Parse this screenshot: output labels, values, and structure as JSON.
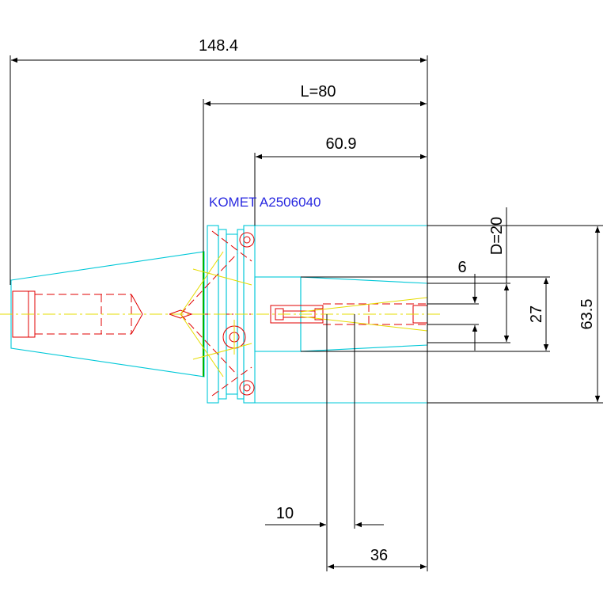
{
  "title": "KOMET A2506040",
  "colors": {
    "outline": "#00c8d8",
    "hidden": "#e00000",
    "centerline": "#e6dc00",
    "dimension": "#000000",
    "title": "#2a2ae0",
    "flange_mark": "#00b400"
  },
  "dimensions": {
    "overall_length": "148.4",
    "gauge_length": "L=80",
    "flange_to_end": "60.9",
    "bore_diameter": "D=20",
    "small_diameter": "6",
    "shank_diameter": "27",
    "flange_diameter": "63.5",
    "screw_offset": "10",
    "clamp_length": "36"
  }
}
